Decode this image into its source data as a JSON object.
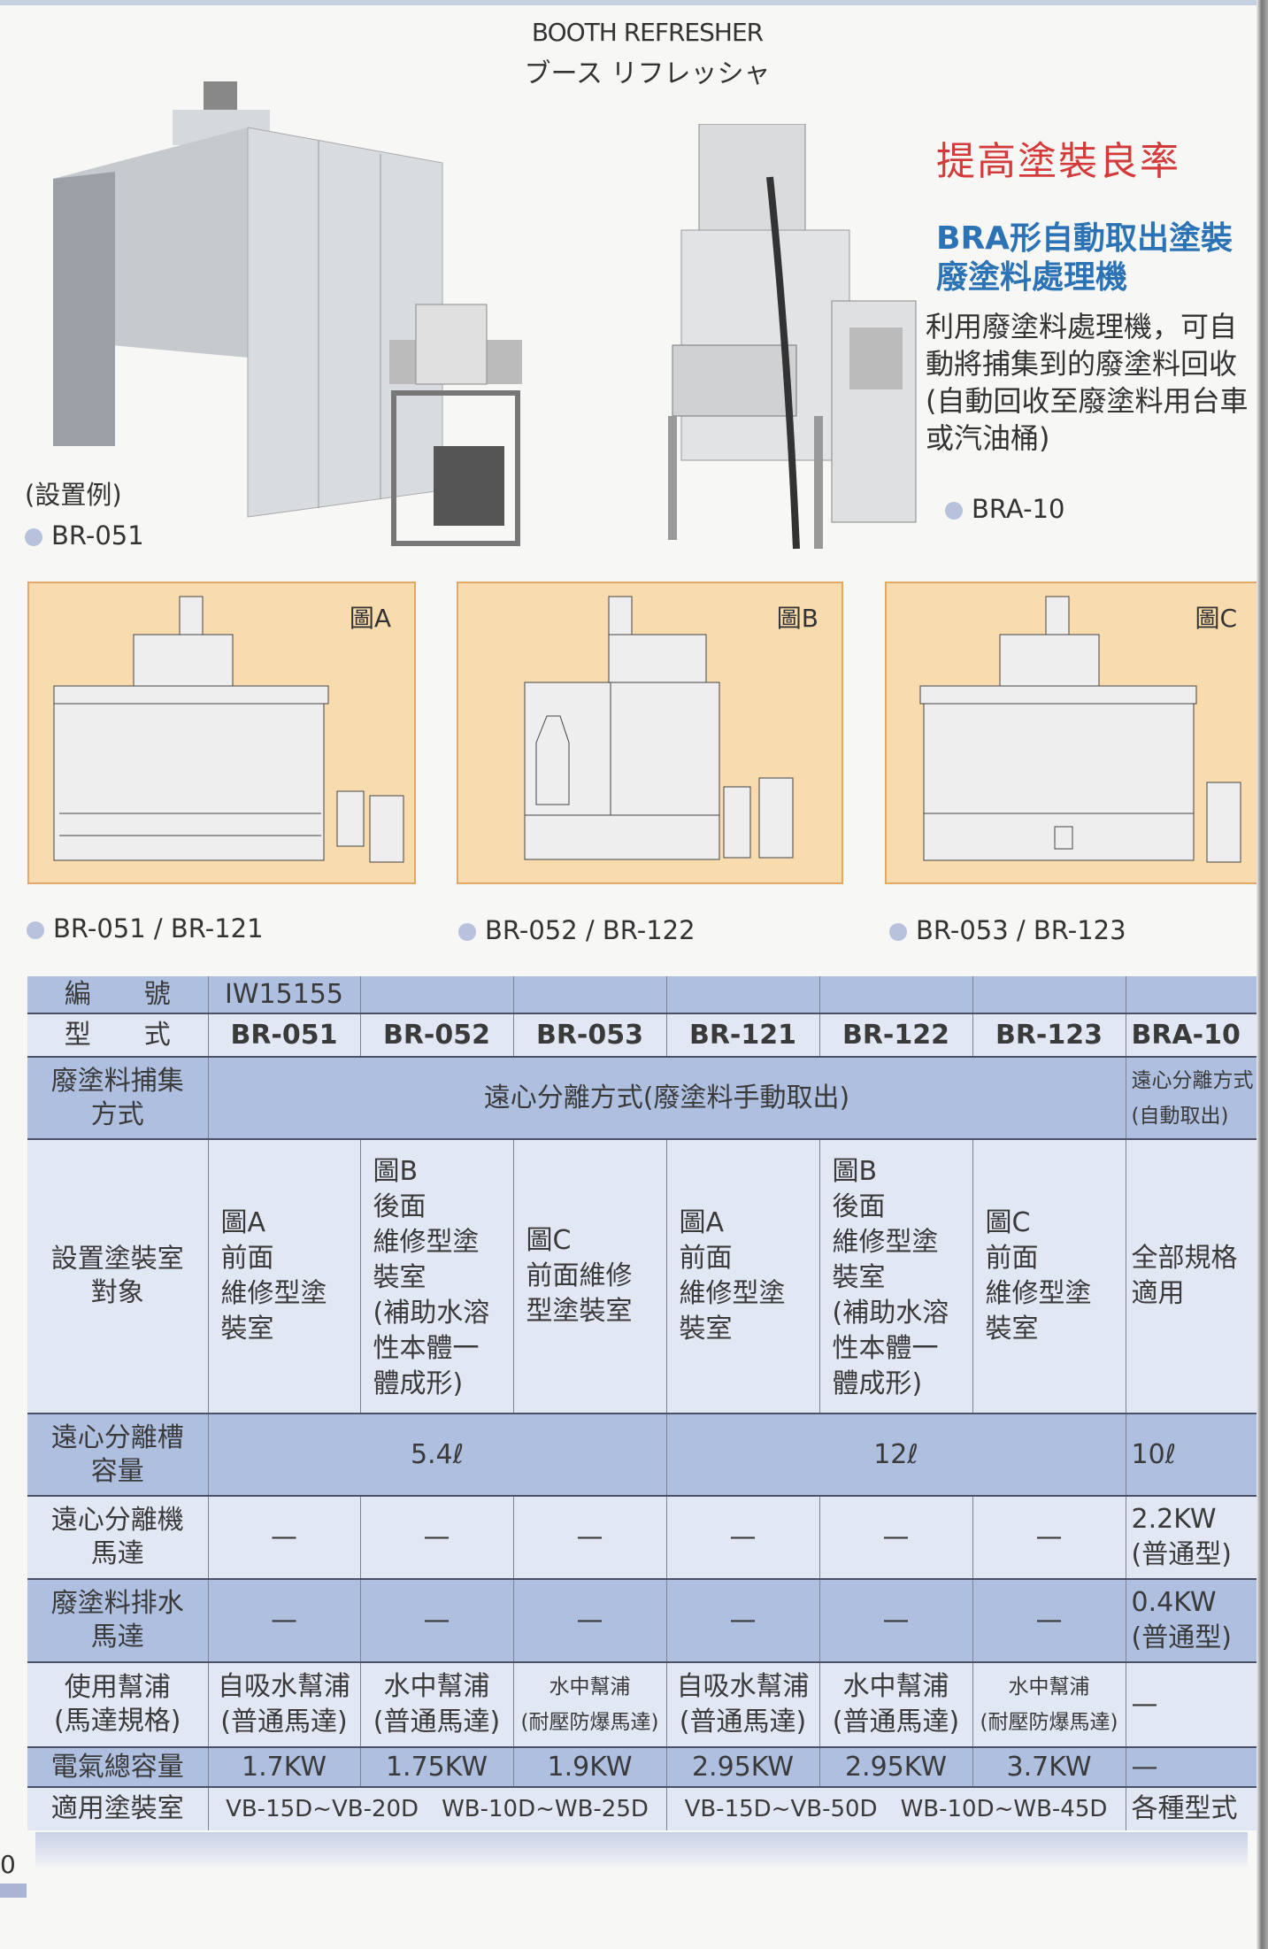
{
  "header": {
    "title_en": "BOOTH REFRESHER",
    "title_jp": "ブース リフレッシャ"
  },
  "photos": {
    "left": {
      "caption_example": "(設置例)",
      "model": "BR-051"
    },
    "right": {
      "model": "BRA-10"
    }
  },
  "promo": {
    "slogan": "提高塗裝良率",
    "heading_line1": "BRA形自動取出塗裝",
    "heading_line2": "廢塗料處理機",
    "desc_lines": [
      "利用廢塗料處理機，可自",
      "動將捕集到的廢塗料回收",
      "(自動回收至廢塗料用台車",
      "或汽油桶)"
    ]
  },
  "diagrams": [
    {
      "fig": "圖A",
      "models": "BR-051 / BR-121"
    },
    {
      "fig": "圖B",
      "models": "BR-052 / BR-122"
    },
    {
      "fig": "圖C",
      "models": "BR-053 / BR-123"
    }
  ],
  "colors": {
    "row_blue": "#aebfe0",
    "row_light": "#e1e7f3",
    "diagram_bg": "#f8dcae",
    "slogan_red": "#d53a3a",
    "heading_blue": "#2c73b5"
  },
  "table": {
    "code_label": "編　　號",
    "code_value": "IW15155",
    "model_label": "型　　式",
    "models": [
      "BR-051",
      "BR-052",
      "BR-053",
      "BR-121",
      "BR-122",
      "BR-123",
      "BRA-10"
    ],
    "collect_label": "廢塗料捕集\n方式",
    "collect_value": "遠心分離方式(廢塗料手動取出)",
    "collect_bra": "遠心分離方式\n(自動取出)",
    "target_label": "設置塗裝室\n對象",
    "targets": [
      "圖A\n前面\n維修型塗\n裝室",
      "圖B\n後面\n維修型塗\n裝室\n(補助水溶\n性本體一\n體成形)",
      "圖C\n前面維修\n型塗裝室",
      "圖A\n前面\n維修型塗\n裝室",
      "圖B\n後面\n維修型塗\n裝室\n(補助水溶\n性本體一\n體成形)",
      "圖C\n前面\n維修型塗\n裝室",
      "全部規格\n適用"
    ],
    "tank_label": "遠心分離槽\n容量",
    "tank_values": [
      "5.4ℓ",
      "12ℓ",
      "10ℓ"
    ],
    "sep_motor_label": "遠心分離機\n馬達",
    "sep_motor": [
      "—",
      "—",
      "—",
      "—",
      "—",
      "—",
      "2.2KW\n(普通型)"
    ],
    "drain_motor_label": "廢塗料排水\n馬達",
    "drain_motor": [
      "—",
      "—",
      "—",
      "—",
      "—",
      "—",
      "0.4KW\n(普通型)"
    ],
    "pump_label": "使用幫浦\n(馬達規格)",
    "pumps": [
      "自吸水幫浦\n(普通馬達)",
      "水中幫浦\n(普通馬達)",
      "水中幫浦\n(耐壓防爆馬達)",
      "自吸水幫浦\n(普通馬達)",
      "水中幫浦\n(普通馬達)",
      "水中幫浦\n(耐壓防爆馬達)",
      "—"
    ],
    "power_label": "電氣總容量",
    "power": [
      "1.7KW",
      "1.75KW",
      "1.9KW",
      "2.95KW",
      "2.95KW",
      "3.7KW",
      "—"
    ],
    "booth_label": "適用塗裝室",
    "booths": [
      "VB-15D~VB-20D　WB-10D~WB-25D",
      "VB-15D~VB-50D　WB-10D~WB-45D",
      "各種型式"
    ]
  },
  "footer": {
    "page_number": "0"
  }
}
